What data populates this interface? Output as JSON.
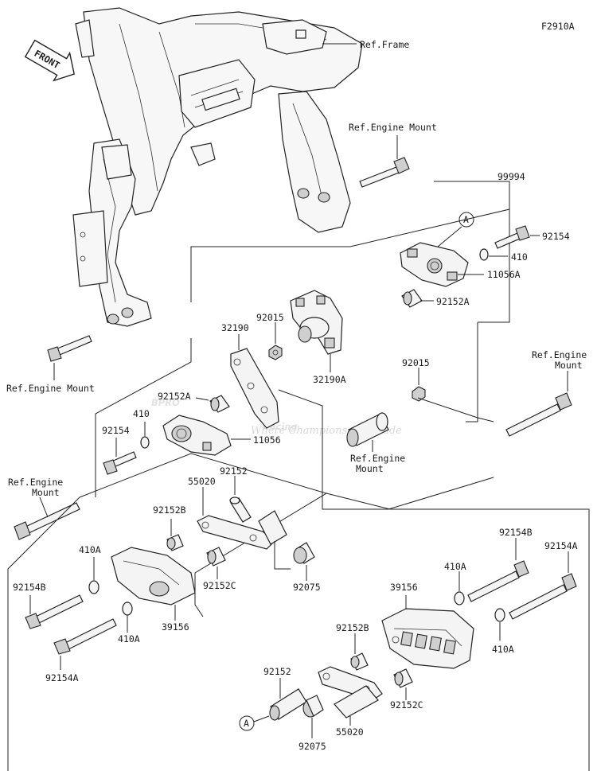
{
  "diagram_code": "F2910A",
  "front_label": "FRONT",
  "watermark": {
    "line1": "BPRO",
    "line2": "Racing",
    "tagline": "Where Champions Get Made"
  },
  "refs": {
    "frame": "Ref.Frame",
    "engine_mount_top": "Ref.Engine Mount",
    "engine_mount_left_upper": "Ref.Engine Mount",
    "engine_mount_right_line1": "Ref.Engine",
    "engine_mount_right_line2": "Mount",
    "engine_mount_center_line1": "Ref.Engine",
    "engine_mount_center_line2": "Mount",
    "engine_mount_left_lower_line1": "Ref.Engine",
    "engine_mount_left_lower_line2": "Mount"
  },
  "parts": {
    "p99994": "99994",
    "p92154_right": "92154",
    "p410_right": "410",
    "p11056A": "11056A",
    "p92152A_right": "92152A",
    "p32190": "32190",
    "p92015_left": "92015",
    "p32190A": "32190A",
    "p92015_right": "92015",
    "p92152A_left": "92152A",
    "p410_left": "410",
    "p92154_left": "92154",
    "p11056": "11056",
    "p92152_upper": "92152",
    "p55020_upper": "55020",
    "p92152B_left": "92152B",
    "p410A_left": "410A",
    "p92154B_left": "92154B",
    "p92152C_left": "92152C",
    "p92075_upper": "92075",
    "p39156_left": "39156",
    "p410A_left2": "410A",
    "p92154A_left": "92154A",
    "p92154B_right": "92154B",
    "p92154A_right": "92154A",
    "p410A_right": "410A",
    "p39156_right": "39156",
    "p92152B_right": "92152B",
    "p410A_right2": "410A",
    "p92152_lower": "92152",
    "p92152C_right": "92152C",
    "p55020_lower": "55020",
    "p92075_lower": "92075"
  },
  "callouts": {
    "a_top": "A",
    "a_bottom": "A"
  }
}
